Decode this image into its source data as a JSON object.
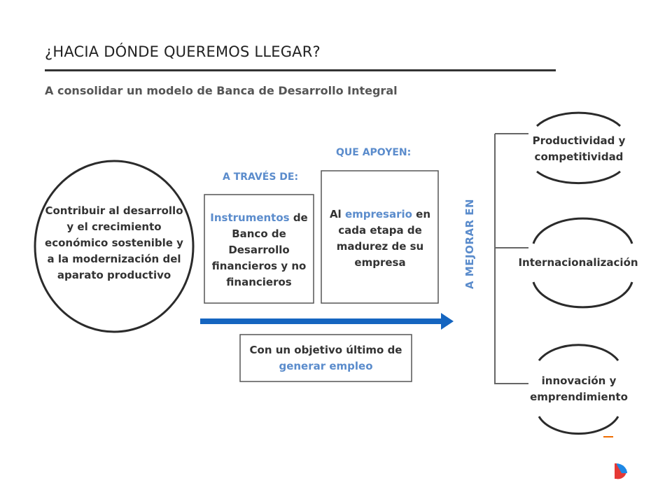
{
  "header": {
    "title": "¿HACIA DÓNDE QUEREMOS LLEGAR?",
    "subtitle": "A consolidar un modelo de Banca de Desarrollo Integral"
  },
  "goal": {
    "text": "Contribuir al desarrollo y el crecimiento económico sostenible y a la modernización del aparato productivo"
  },
  "through": {
    "label": "A TRAVÉS DE:",
    "highlight": "Instrumentos",
    "rest": " de Banco de Desarrollo financieros y no financieros"
  },
  "support": {
    "label": "QUE APOYEN:",
    "prefix": "Al ",
    "highlight": "empresario",
    "rest": " en cada etapa de madurez de su empresa"
  },
  "objective": {
    "prefix": "Con un objetivo último de ",
    "highlight": "generar empleo"
  },
  "improve_label": "A MEJORAR EN",
  "areas": [
    {
      "label": "Productividad y competitividad"
    },
    {
      "label": "Internacionalización"
    },
    {
      "label": "innovación y emprendimiento"
    }
  ],
  "colors": {
    "accent_blue": "#5b8ccc",
    "arrow_blue": "#1565c0",
    "dark": "#333333"
  }
}
